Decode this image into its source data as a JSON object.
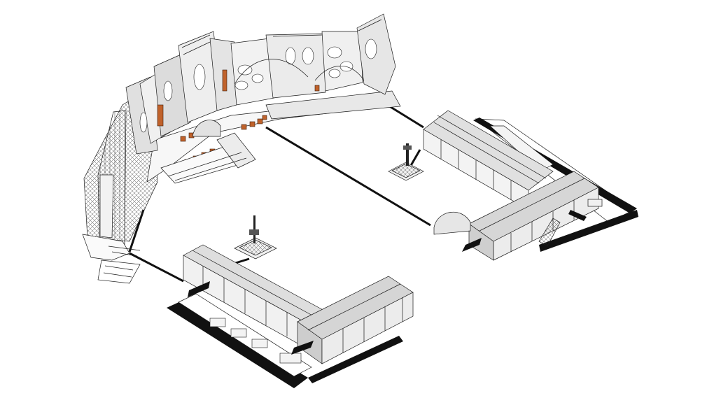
{
  "scene": {
    "kind": "isometric-line-drawing",
    "subject": "stage",
    "colors": {
      "background": "#ffffff",
      "line": "#1a1a1a",
      "panel": "#f2f2f2",
      "panel_shade": "#d9d9d9",
      "panel_dark": "#bdbdbd",
      "accent": "#c0622b",
      "cable": "#111111"
    },
    "elements": [
      "main-stage",
      "left-tower-structure",
      "front-walkway",
      "right-l-shaped-tent",
      "front-l-shaped-tent",
      "delay-tower-right",
      "delay-tower-left",
      "connecting-cables"
    ]
  }
}
